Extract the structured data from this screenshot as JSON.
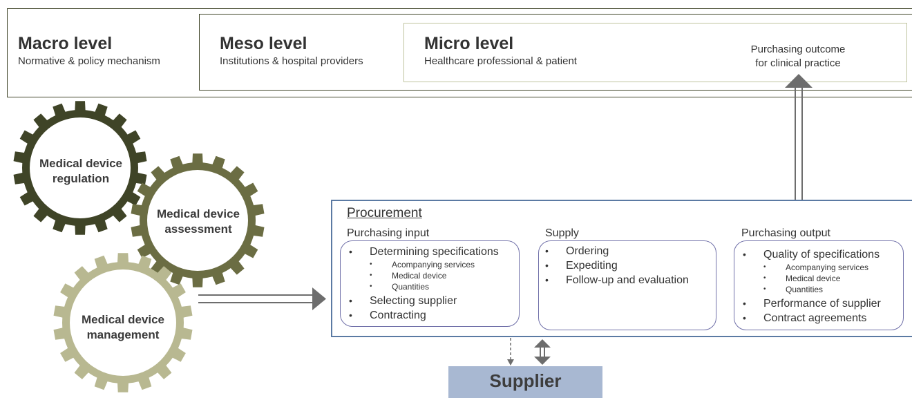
{
  "levels": {
    "macro": {
      "title": "Macro level",
      "subtitle": "Normative & policy mechanism"
    },
    "meso": {
      "title": "Meso level",
      "subtitle": "Institutions & hospital providers"
    },
    "micro": {
      "title": "Micro level",
      "subtitle": "Healthcare professional & patient"
    },
    "outcome": {
      "line1": "Purchasing outcome",
      "line2": "for clinical practice"
    }
  },
  "gears": [
    {
      "line1": "Medical device",
      "line2": "regulation",
      "color": "#3f4427"
    },
    {
      "line1": "Medical device",
      "line2": "assessment",
      "color": "#6b6d43"
    },
    {
      "line1": "Medical device",
      "line2": "management",
      "color": "#b8b891"
    }
  ],
  "procurement": {
    "title": "Procurement",
    "input": {
      "header": "Purchasing input",
      "items": [
        "Determining specifications",
        "Selecting supplier",
        "Contracting"
      ],
      "subitems": [
        "Acompanying services",
        "Medical device",
        "Quantities"
      ]
    },
    "supply": {
      "header": "Supply",
      "items": [
        "Ordering",
        "Expediting",
        "Follow-up and evaluation"
      ]
    },
    "output": {
      "header": "Purchasing output",
      "items": [
        "Quality of specifications",
        "Performance of supplier",
        "Contract agreements"
      ],
      "subitems": [
        "Acompanying services",
        "Medical device",
        "Quantities"
      ]
    }
  },
  "supplier": {
    "label": "Supplier"
  },
  "colors": {
    "procurement_border": "#5b7aa3",
    "box_border": "#6f6fa8",
    "supplier_fill": "#a8b8d2",
    "arrow": "#6d6d6d"
  }
}
